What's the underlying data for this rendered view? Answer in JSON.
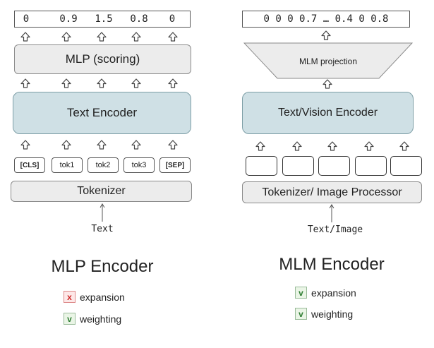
{
  "left": {
    "output_values": [
      "0",
      "0.9",
      "1.5",
      "0.8",
      "0"
    ],
    "mlp_label": "MLP (scoring)",
    "encoder_label": "Text Encoder",
    "tokens": [
      "[CLS]",
      "tok1",
      "tok2",
      "tok3",
      "[SEP]"
    ],
    "tokenizer_label": "Tokenizer",
    "input_label": "Text",
    "title": "MLP Encoder",
    "legend": [
      {
        "mark": "x",
        "label": "expansion",
        "color": "#cc2222"
      },
      {
        "mark": "v",
        "label": "weighting",
        "color": "#2e7d32"
      }
    ]
  },
  "right": {
    "output_vector": "0 0 0 0.7 … 0.4 0 0.8",
    "projection_label": "MLM projection",
    "encoder_label": "Text/Vision Encoder",
    "tokenizer_label": "Tokenizer/ Image Processor",
    "input_label": "Text/Image",
    "title": "MLM Encoder",
    "legend": [
      {
        "mark": "v",
        "label": "expansion",
        "color": "#2e7d32"
      },
      {
        "mark": "v",
        "label": "weighting",
        "color": "#2e7d32"
      }
    ]
  },
  "colors": {
    "encoder_fill": "#cfe0e5",
    "box_fill": "#ececec"
  }
}
